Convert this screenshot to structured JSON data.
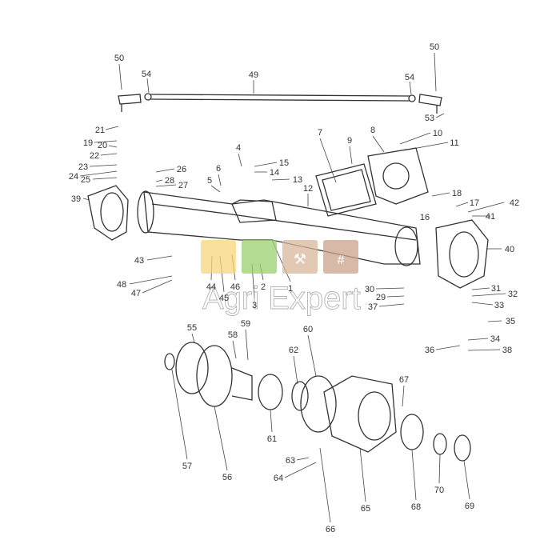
{
  "title": "Front axle exploded parts diagram",
  "watermark": {
    "text": "Agri Expert",
    "tiles": [
      "#f7d77a",
      "#9ccf6e",
      "#d9b89c",
      "#c9a48a"
    ]
  },
  "labels": {
    "l50a": "50",
    "l54a": "54",
    "l49": "49",
    "l50b": "50",
    "l54b": "54",
    "l53": "53",
    "l21": "21",
    "l19": "19",
    "l20": "20",
    "l22": "22",
    "l23": "23",
    "l24": "24",
    "l25": "25",
    "l26": "26",
    "l28": "28",
    "l27": "27",
    "l39": "39",
    "l4": "4",
    "l15": "15",
    "l14": "14",
    "l13": "13",
    "l6": "6",
    "l5": "5",
    "l12": "12",
    "l7": "7",
    "l9": "9",
    "l8": "8",
    "l10": "10",
    "l11": "11",
    "l18": "18",
    "l17": "17",
    "l42": "42",
    "l16": "16",
    "l41": "41",
    "l40": "40",
    "l43": "43",
    "l44": "44",
    "l45": "45",
    "l46": "46",
    "l2": "2",
    "l3": "3",
    "l1": "1",
    "l48": "48",
    "l47": "47",
    "l30": "30",
    "l29": "29",
    "l37": "37",
    "l31": "31",
    "l32": "32",
    "l33": "33",
    "l35": "35",
    "l34": "34",
    "l36": "36",
    "l38": "38",
    "l55": "55",
    "l58": "58",
    "l59": "59",
    "l60": "60",
    "l62": "62",
    "l67": "67",
    "l61": "61",
    "l57": "57",
    "l56": "56",
    "l63": "63",
    "l64": "64",
    "l66": "66",
    "l65": "65",
    "l68": "68",
    "l70": "70",
    "l69": "69"
  }
}
